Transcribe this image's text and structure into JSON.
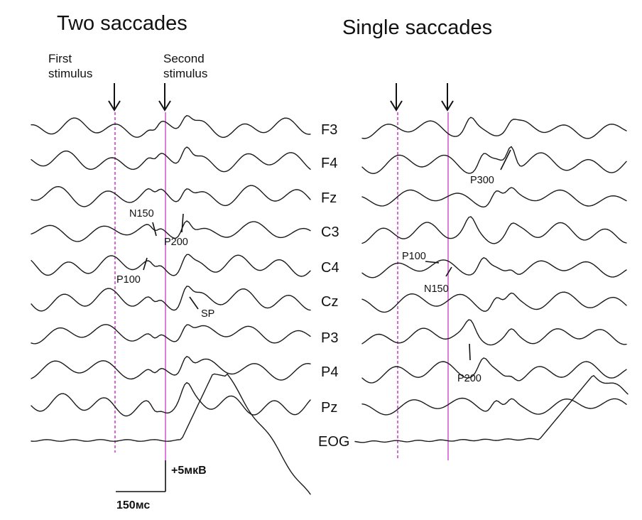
{
  "chart_data": [
    {
      "type": "line",
      "title": "Two saccades",
      "stimulus_labels": {
        "first": [
          "First",
          "stimulus"
        ],
        "second": [
          "Second",
          "stimulus"
        ]
      },
      "channels": [
        "F3",
        "F4",
        "Fz",
        "C3",
        "C4",
        "Cz",
        "P3",
        "P4",
        "Pz",
        "EOG"
      ],
      "components": [
        {
          "label": "N150",
          "channel": "C3"
        },
        {
          "label": "P200",
          "channel": "C3"
        },
        {
          "label": "P100",
          "channel": "C4"
        },
        {
          "label": "SP",
          "channel": "Cz"
        }
      ],
      "scale": {
        "amplitude": "+5мкВ",
        "time": "150мс"
      }
    },
    {
      "type": "line",
      "title": "Single saccades",
      "channels": [
        "F3",
        "F4",
        "Fz",
        "C3",
        "C4",
        "Cz",
        "P3",
        "P4",
        "Pz",
        "EOG"
      ],
      "components": [
        {
          "label": "P300",
          "channel": "F4"
        },
        {
          "label": "P100",
          "channel": "C4"
        },
        {
          "label": "N150",
          "channel": "C4"
        },
        {
          "label": "P200",
          "channel": "P4"
        }
      ]
    }
  ]
}
